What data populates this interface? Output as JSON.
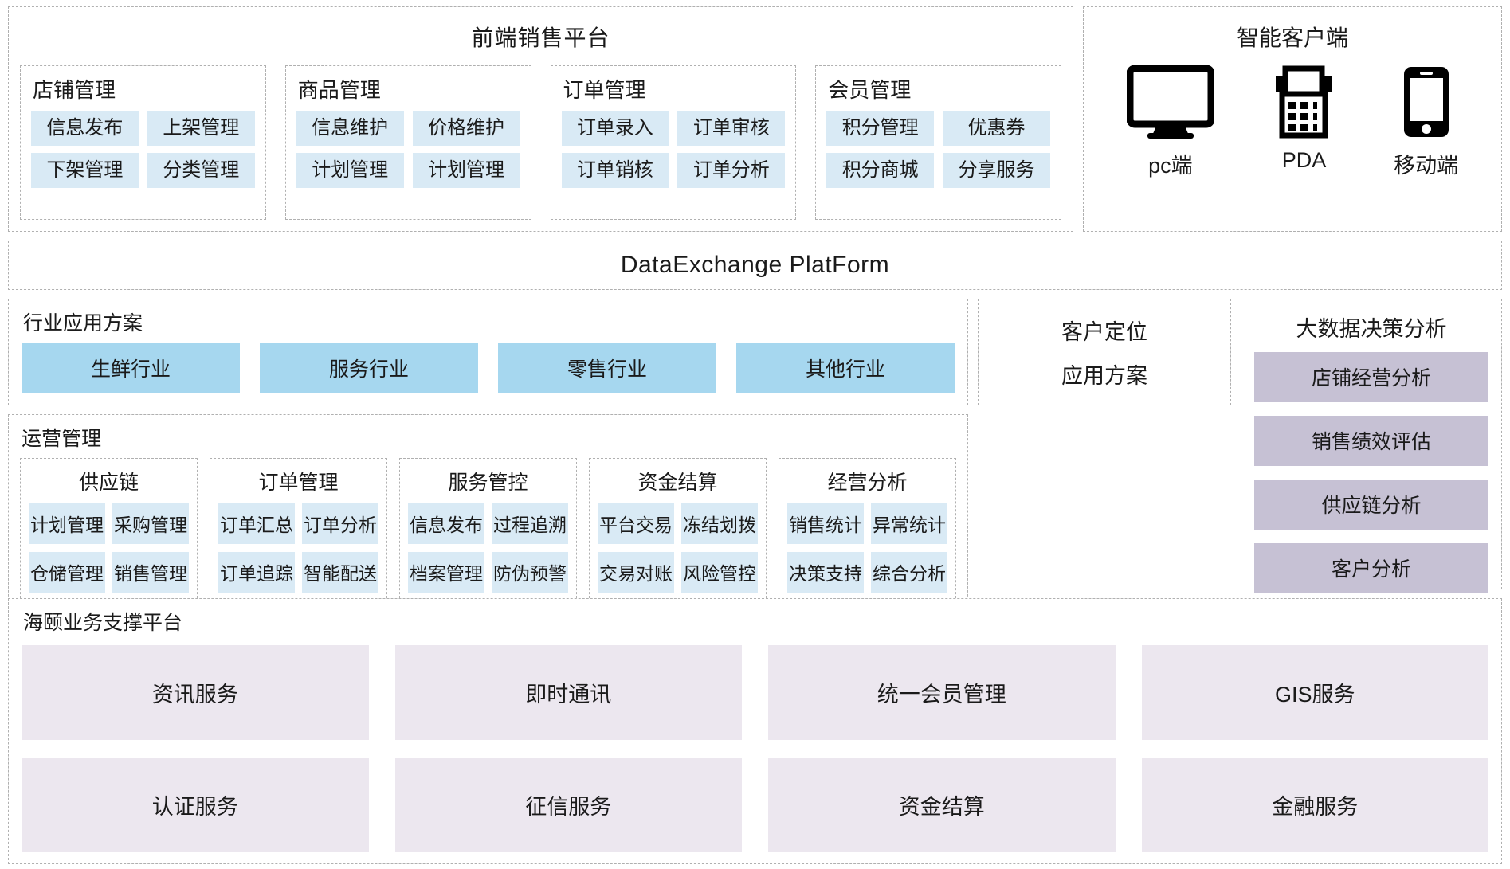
{
  "front_platform": {
    "title": "前端销售平台",
    "groups": [
      {
        "title": "店铺管理",
        "cells": [
          "信息发布",
          "上架管理",
          "下架管理",
          "分类管理"
        ]
      },
      {
        "title": "商品管理",
        "cells": [
          "信息维护",
          "价格维护",
          "计划管理",
          "计划管理"
        ]
      },
      {
        "title": "订单管理",
        "cells": [
          "订单录入",
          "订单审核",
          "订单销核",
          "订单分析"
        ]
      },
      {
        "title": "会员管理",
        "cells": [
          "积分管理",
          "优惠券",
          "积分商城",
          "分享服务"
        ]
      }
    ]
  },
  "smart_client": {
    "title": "智能客户端",
    "devices": [
      {
        "icon": "monitor-icon",
        "label": "pc端"
      },
      {
        "icon": "pda-icon",
        "label": "PDA"
      },
      {
        "icon": "mobile-icon",
        "label": "移动端"
      }
    ]
  },
  "data_exchange": {
    "title": "DataExchange  PlatForm"
  },
  "industry": {
    "title": "行业应用方案",
    "cells": [
      "生鲜行业",
      "服务行业",
      "零售行业",
      "其他行业"
    ]
  },
  "customer_position": {
    "line1": "客户定位",
    "line2": "应用方案"
  },
  "bigdata": {
    "title": "大数据决策分析",
    "cells": [
      "店铺经营分析",
      "销售绩效评估",
      "供应链分析",
      "客户分析"
    ]
  },
  "operations": {
    "title": "运营管理",
    "groups": [
      {
        "title": "供应链",
        "cells": [
          "计划管理",
          "采购管理",
          "仓储管理",
          "销售管理"
        ]
      },
      {
        "title": "订单管理",
        "cells": [
          "订单汇总",
          "订单分析",
          "订单追踪",
          "智能配送"
        ]
      },
      {
        "title": "服务管控",
        "cells": [
          "信息发布",
          "过程追溯",
          "档案管理",
          "防伪预警"
        ]
      },
      {
        "title": "资金结算",
        "cells": [
          "平台交易",
          "冻结划拨",
          "交易对账",
          "风险管控"
        ]
      },
      {
        "title": "经营分析",
        "cells": [
          "销售统计",
          "异常统计",
          "决策支持",
          "综合分析"
        ]
      }
    ]
  },
  "support": {
    "title": "海颐业务支撑平台",
    "cells": [
      "资讯服务",
      "即时通讯",
      "统一会员管理",
      "GIS服务",
      "认证服务",
      "征信服务",
      "资金结算",
      "金融服务"
    ]
  },
  "colors": {
    "cell_blue": "#d9eaf5",
    "industry_blue": "#a6d7ef",
    "bigdata_purple": "#c6c1d4",
    "support_lavender": "#ece7ef",
    "border_dash": "#b0b0b0"
  }
}
